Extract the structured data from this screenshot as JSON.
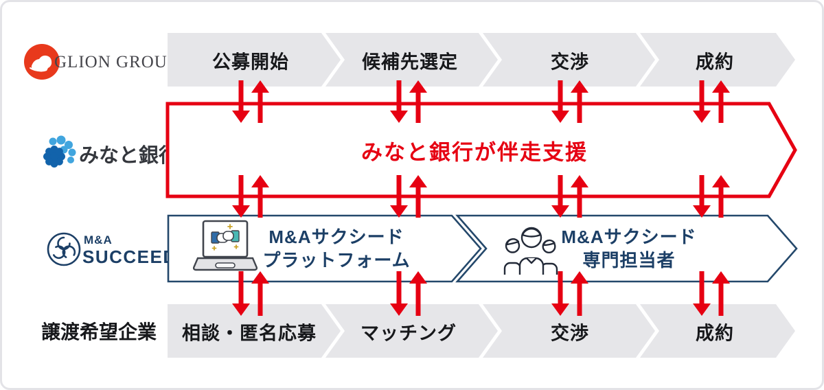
{
  "colors": {
    "red": "#e60012",
    "navy_stroke": "#24486b",
    "navy_text": "#1c3f66",
    "gray_band": "#e6e6e9",
    "glion_red": "#e8391c",
    "minato_dark_blue": "#1263ab",
    "minato_light_blue": "#41a5de"
  },
  "glion_row": {
    "logo": "GLION GROUP",
    "steps": [
      "公募開始",
      "候補先選定",
      "交渉",
      "成約"
    ]
  },
  "minato_row": {
    "logo": "みなと銀行",
    "band_text": "みなと銀行が伴走支援"
  },
  "succeed_row": {
    "logo_top": "M&A",
    "logo_bottom": "SUCCEED",
    "platform_line1": "M&Aサクシード",
    "platform_line2": "プラットフォーム",
    "staff_line1": "M&Aサクシード",
    "staff_line2": "専門担当者"
  },
  "seller_row": {
    "label": "譲渡希望企業",
    "steps": [
      "相談・匿名応募",
      "マッチング",
      "交渉",
      "成約"
    ]
  },
  "icons": {
    "glion": "lion-icon",
    "minato": "flower-icon",
    "succeed": "swirl-emblem-icon",
    "platform": "laptop-handshake-icon",
    "staff": "team-icon",
    "exchange": "red-up-down-arrows-icon"
  }
}
